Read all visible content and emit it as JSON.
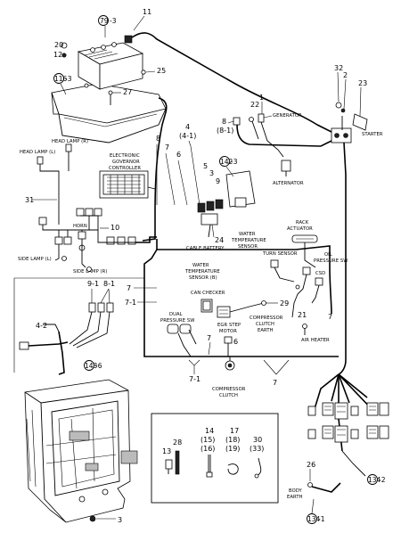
{
  "refs": {
    "r79": "79",
    "r79s": "-3",
    "r116": "116",
    "r116s": "-3",
    "r142": "142",
    "r142s": "-3",
    "r143": "143",
    "r143s": "-6",
    "r134a": "134",
    "r134as": "-2",
    "r134b": "134",
    "r134bs": "-1"
  },
  "callouts": {
    "n11": "11",
    "n20": "20",
    "n12": "12",
    "n25": "25",
    "n27": "27",
    "n32": "32",
    "n2": "2",
    "n23": "23",
    "n22": "22",
    "n1": "1",
    "n8": "8",
    "n8_1": "(8-1)",
    "n4": "4",
    "n4_1": "(4-1)",
    "n8b": "8",
    "n7a": "7",
    "n6": "6",
    "n5": "5",
    "n3a": "3",
    "n9": "9",
    "n31": "31",
    "n10": "10",
    "n24": "24",
    "n21": "21",
    "n9_1": "9-1",
    "n8_1b": "8-1",
    "n4_2": "4-2",
    "n7b": "7",
    "n7_1": "7-1",
    "n29": "29",
    "n7c": "7",
    "n6b": "6",
    "n7_1b": "7-1",
    "n7d": "7",
    "n7e": "7",
    "n14": "14",
    "n15": "(15)",
    "n16": "(16)",
    "n17": "17",
    "n18": "(18)",
    "n19": "(19)",
    "n30": "30",
    "n33": "(33)",
    "n28": "28",
    "n13": "13",
    "n26": "26",
    "n3b": "3"
  },
  "labels": {
    "generator": "GENERATOR",
    "starter": "STARTER",
    "alternator": "ALTERNATOR",
    "head_lamp_r": "HEAD LAMP (R)",
    "head_lamp_l": "HEAD LAMP (L)",
    "ecu_1": "ELECTRONIC",
    "ecu_2": "GOVERNOR",
    "ecu_3": "CONTROLLER",
    "horn": "HORN",
    "side_lamp_l": "SIDE LAMP (L)",
    "side_lamp_r": "SIDE LAMP (R)",
    "cable_battery": "CABLE BATTERY",
    "rack_1": "RACK",
    "rack_2": "ACTUATOR",
    "wts_1": "WATER",
    "wts_2": "TEMPERATURE",
    "wts_3": "SENSOR",
    "turn_sensor": "TURN SENSOR",
    "oil_1": "OIL",
    "oil_2": "PRESSURE SW",
    "csd": "CSD",
    "wtsb_1": "WATER",
    "wtsb_2": "TEMPERATURE",
    "wtsb_3": "SENSOR (B)",
    "can_checker": "CAN CHECKER",
    "dual_1": "DUAL",
    "dual_2": "PRESSURE SW",
    "egr_1": "EGR STEP",
    "egr_2": "MOTOR",
    "comp_1": "COMPRESSOR",
    "comp_2": "CLUTCH",
    "comp_3": "EARTH",
    "air_heater": "AIR HEATER",
    "compc_1": "COMPRESSOR",
    "compc_2": "CLUTCH",
    "body_1": "BODY",
    "body_2": "EARTH"
  }
}
